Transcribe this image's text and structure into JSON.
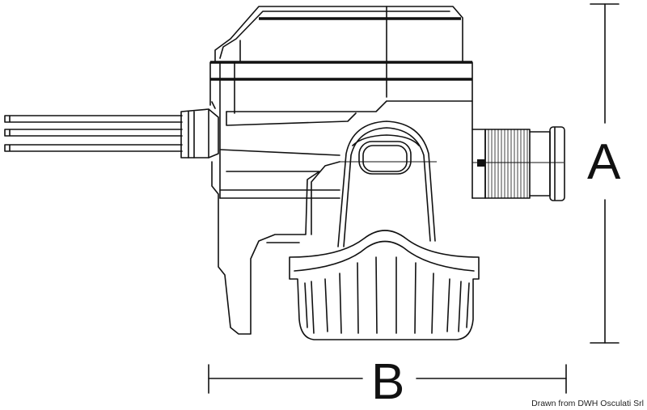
{
  "dimensions": {
    "a_label": "A",
    "b_label": "B"
  },
  "credit": "Drawn from DWH Osculati Srl"
}
